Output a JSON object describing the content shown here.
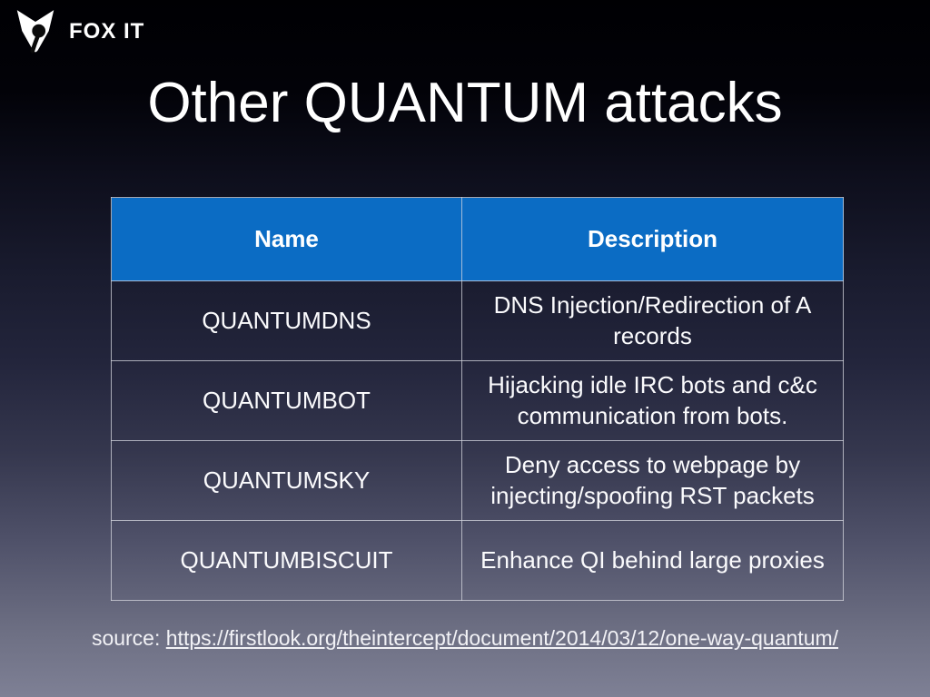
{
  "logo": {
    "brand": "FOX IT"
  },
  "title": "Other QUANTUM attacks",
  "table": {
    "headers": [
      "Name",
      "Description"
    ],
    "rows": [
      {
        "name": "QUANTUMDNS",
        "description": "DNS Injection/Redirection of A records"
      },
      {
        "name": "QUANTUMBOT",
        "description": "Hijacking idle IRC bots and c&c communication from bots."
      },
      {
        "name": "QUANTUMSKY",
        "description": "Deny access to webpage by injecting/spoofing RST packets"
      },
      {
        "name": "QUANTUMBISCUIT",
        "description": "Enhance QI behind large proxies"
      }
    ]
  },
  "source": {
    "label": "source:",
    "url": "https://firstlook.org/theintercept/document/2014/03/12/one-way-quantum/"
  },
  "colors": {
    "header_blue": "#0b6cc4",
    "table_border": "#d7d8e0",
    "background_top": "#000003",
    "background_bottom": "#7e8095"
  }
}
